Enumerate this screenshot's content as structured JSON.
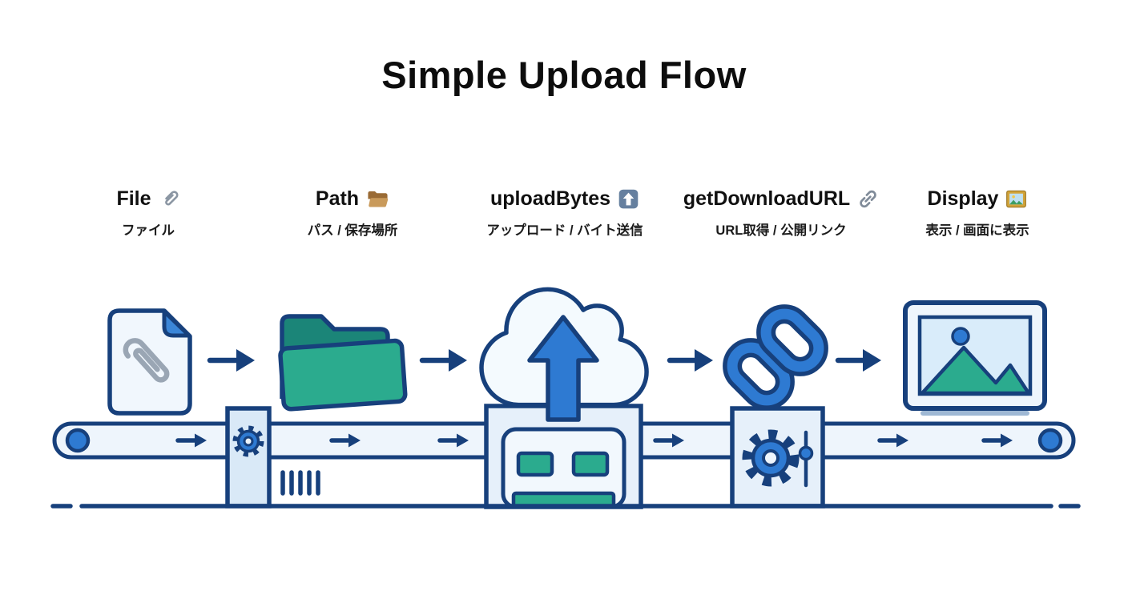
{
  "title": "Simple Upload Flow",
  "steps": [
    {
      "label": "File",
      "icon": "paperclip-icon",
      "sublabel": "ファイル"
    },
    {
      "label": "Path",
      "icon": "folder-icon",
      "sublabel": "パス / 保存場所"
    },
    {
      "label": "uploadBytes",
      "icon": "upload-icon",
      "sublabel": "アップロード / バイト送信"
    },
    {
      "label": "getDownloadURL",
      "icon": "link-icon",
      "sublabel": "URL取得 / 公開リンク"
    },
    {
      "label": "Display",
      "icon": "picture-icon",
      "sublabel": "表示 / 画面に表示"
    }
  ],
  "flow": {
    "stage_icons": [
      "file-document",
      "folder",
      "upload-cloud",
      "chain-link",
      "picture-frame"
    ],
    "conveyor": "belt with direction arrows, two gear stations, upload machine"
  },
  "colors": {
    "outline": "#17407c",
    "accent_blue": "#2e7ad2",
    "teal": "#2bab8e",
    "teal_dark": "#1b8578",
    "light_fill": "#eef5fc",
    "panel_fill": "#e6f0fa",
    "background": "#ffffff"
  }
}
